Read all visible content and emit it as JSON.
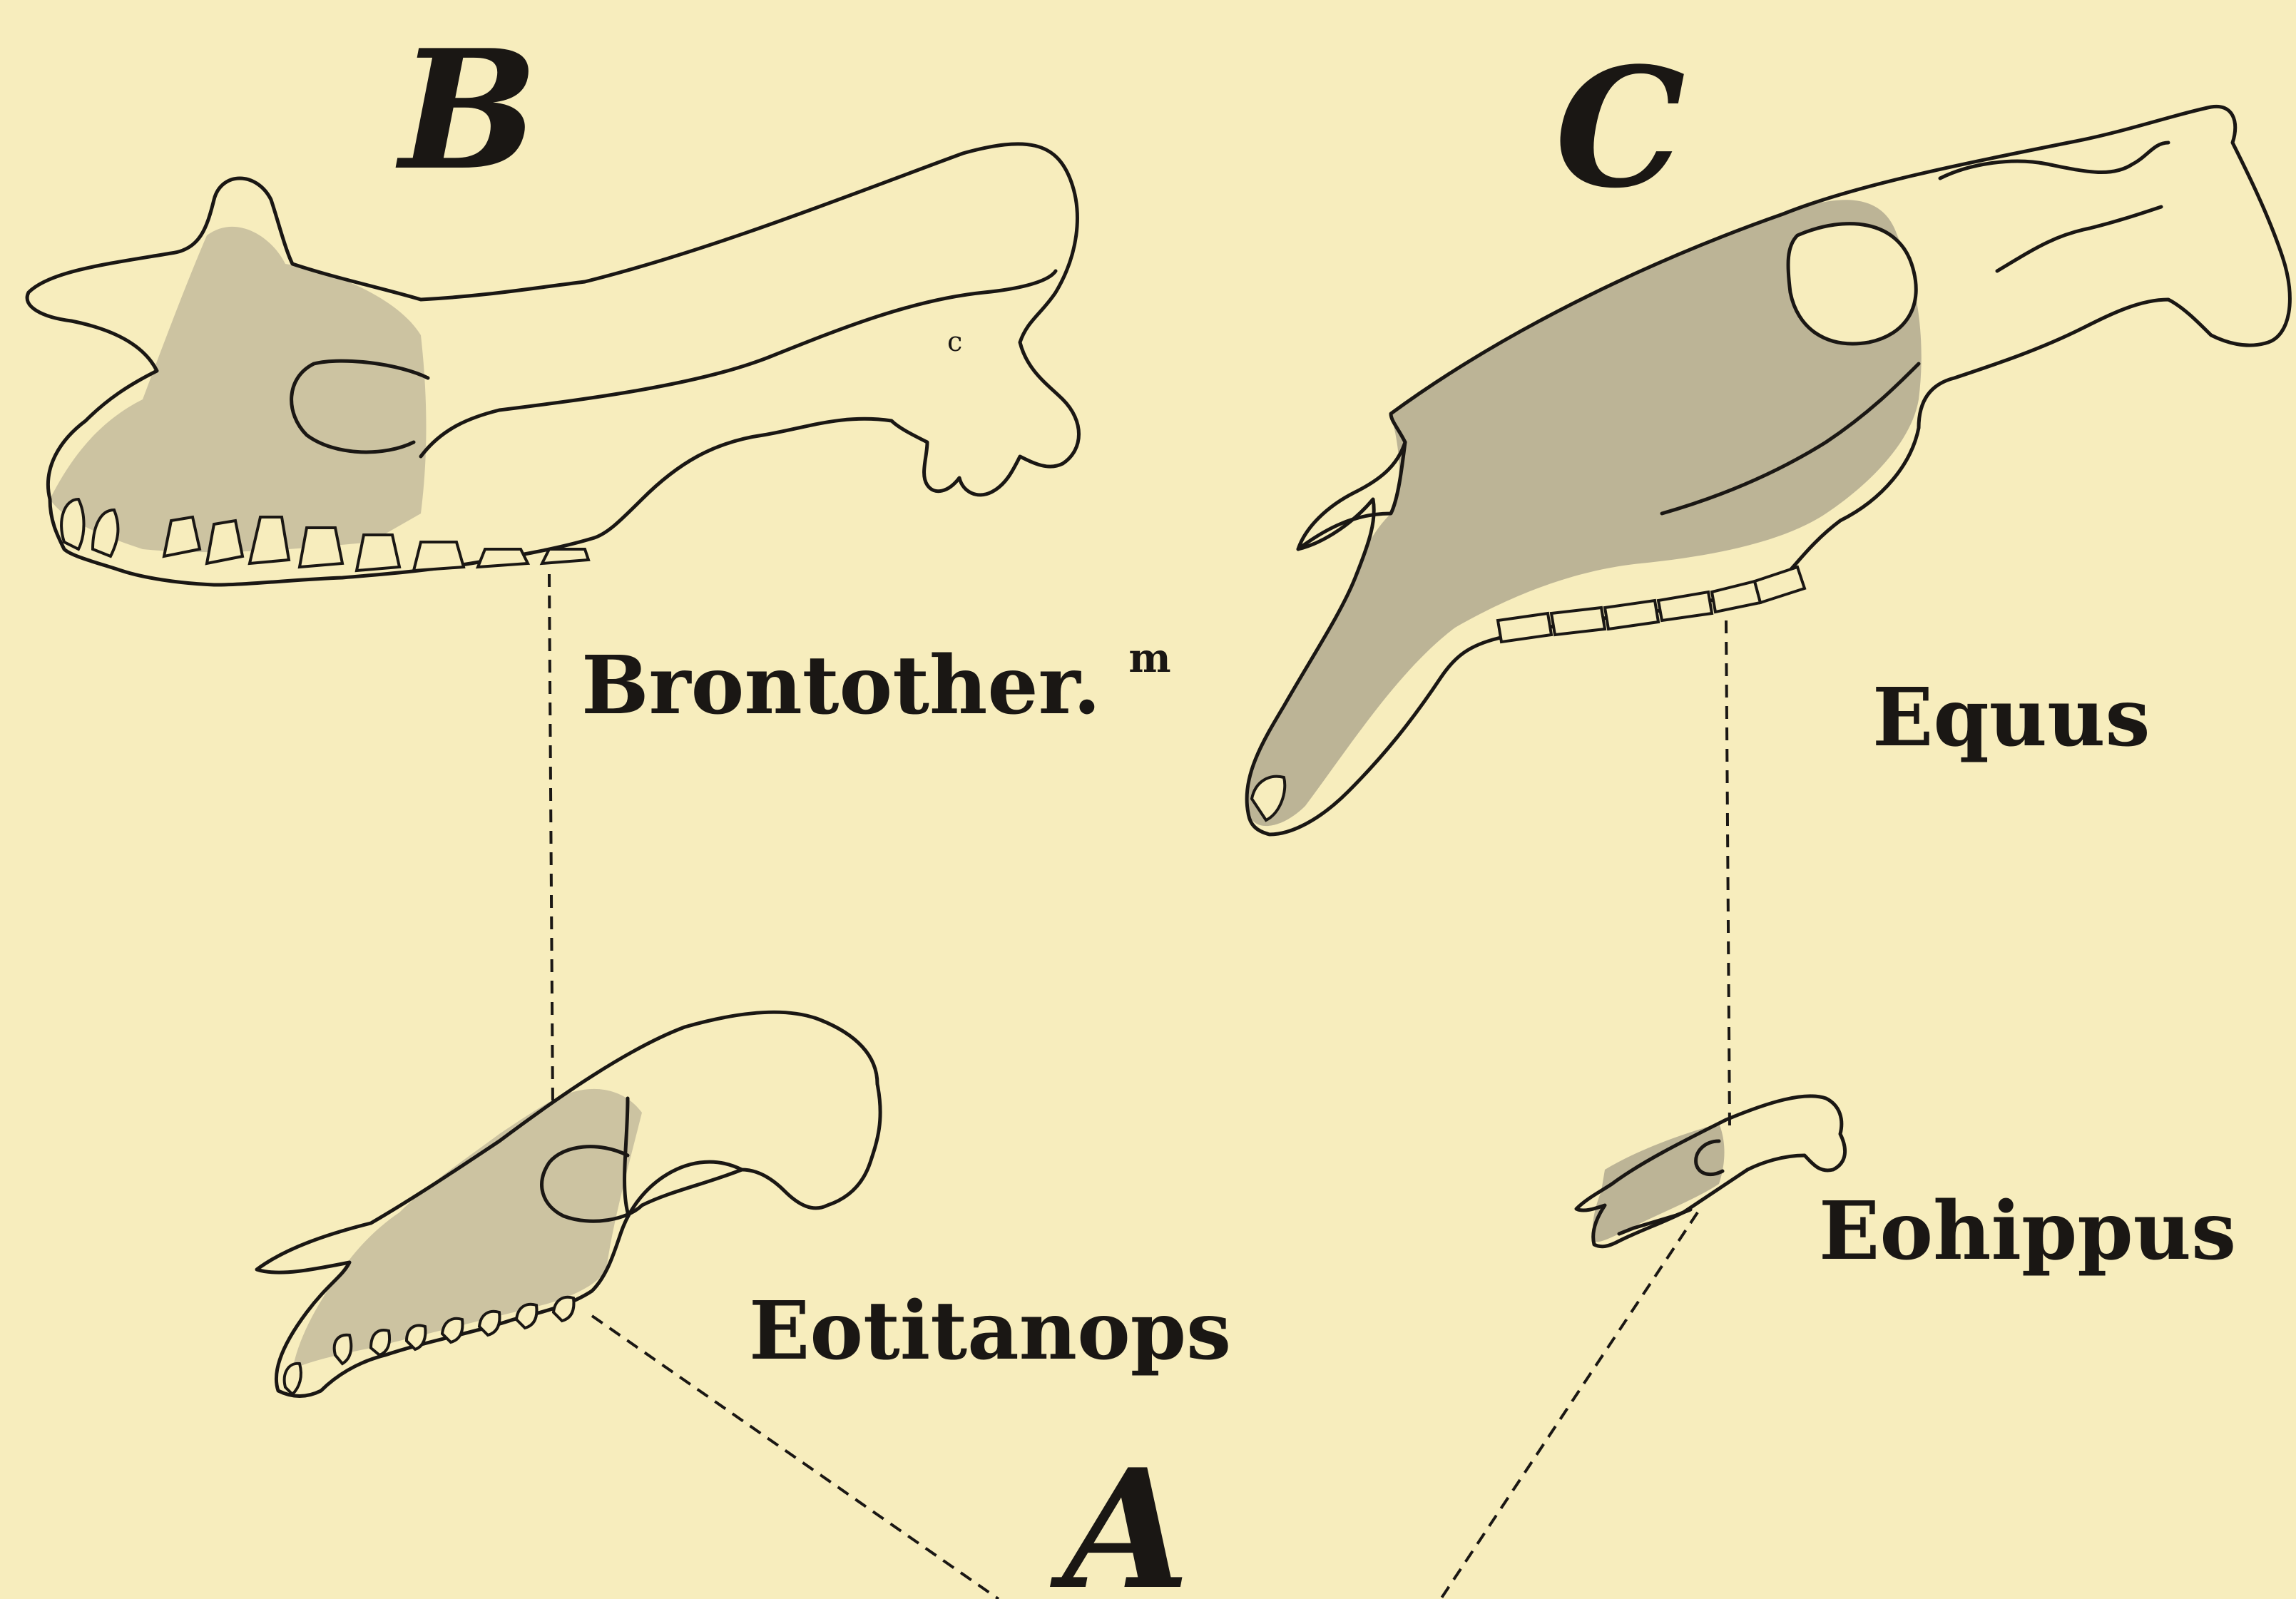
{
  "letters": {
    "a": "A",
    "b": "B",
    "c": "C"
  },
  "labels": {
    "brontotherium": "Brontother.",
    "brontotherium_sup": "m",
    "equus": "Equus",
    "eotitanops": "Eotitanops",
    "eohippus": "Eohippus"
  },
  "annotations": {
    "c_mark": "c"
  },
  "colors": {
    "background": "#f7edbd",
    "ink": "#1a1714",
    "shading": "#a8a08a"
  }
}
